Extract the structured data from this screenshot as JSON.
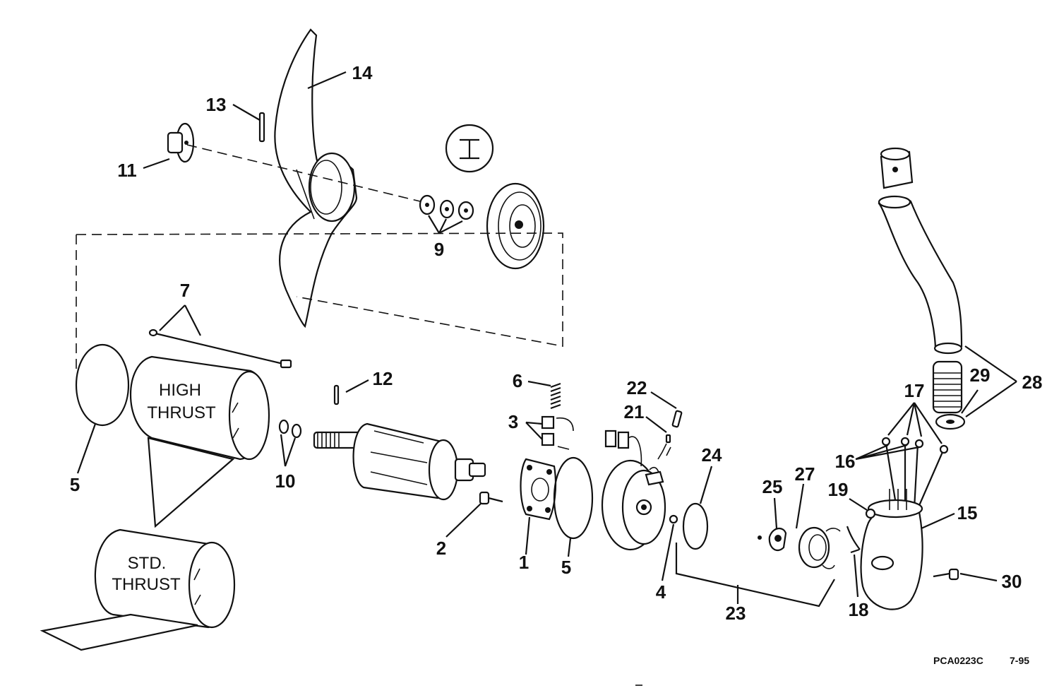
{
  "diagram": {
    "callouts": [
      "1",
      "2",
      "3",
      "4",
      "5",
      "5",
      "6",
      "7",
      "9",
      "10",
      "11",
      "12",
      "13",
      "14",
      "15",
      "16",
      "17",
      "18",
      "19",
      "21",
      "22",
      "23",
      "24",
      "25",
      "27",
      "28",
      "29",
      "30"
    ],
    "part_text": {
      "high_thrust_line1": "HIGH",
      "high_thrust_line2": "THRUST",
      "std_thrust_line1": "STD.",
      "std_thrust_line2": "THRUST"
    },
    "footer": {
      "drawing_code": "PCA0223C",
      "date": "7-95"
    }
  }
}
